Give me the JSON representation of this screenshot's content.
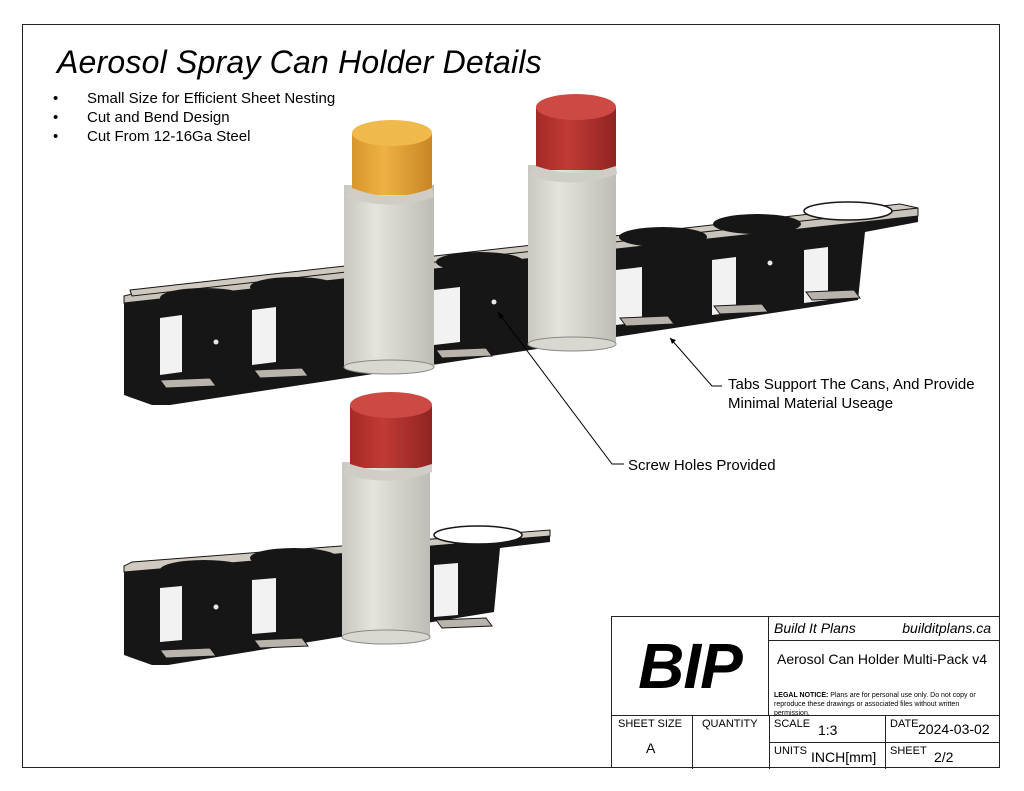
{
  "title": "Aerosol Spray Can Holder Details",
  "bullets": [
    "Small Size for Efficient Sheet Nesting",
    "Cut and Bend Design",
    "Cut From 12-16Ga Steel"
  ],
  "callouts": {
    "tabs_line1": "Tabs Support The Cans, And Provide",
    "tabs_line2": "Minimal Material Useage",
    "screws": "Screw Holes Provided"
  },
  "colors": {
    "steel": "#161616",
    "top_plate": "#c9c4bb",
    "can_body": "#dcdbd3",
    "cap_red": "#b3302c",
    "cap_yellow": "#e3a53a"
  },
  "title_block": {
    "logo": "BIP",
    "company": "Build It Plans",
    "website": "builditplans.ca",
    "part_name": "Aerosol Can Holder Multi-Pack v4",
    "legal_label": "LEGAL NOTICE:",
    "legal_text": "Plans are for personal use only. Do not copy or reproduce these drawings or associated files without written permission.",
    "sheet_size_label": "SHEET SIZE",
    "sheet_size": "A",
    "quantity_label": "QUANTITY",
    "quantity": "",
    "scale_label": "SCALE",
    "scale": "1:3",
    "date_label": "DATE",
    "date": "2024-03-02",
    "units_label": "UNITS",
    "units": "INCH[mm]",
    "sheet_label": "SHEET",
    "sheet": "2/2"
  }
}
